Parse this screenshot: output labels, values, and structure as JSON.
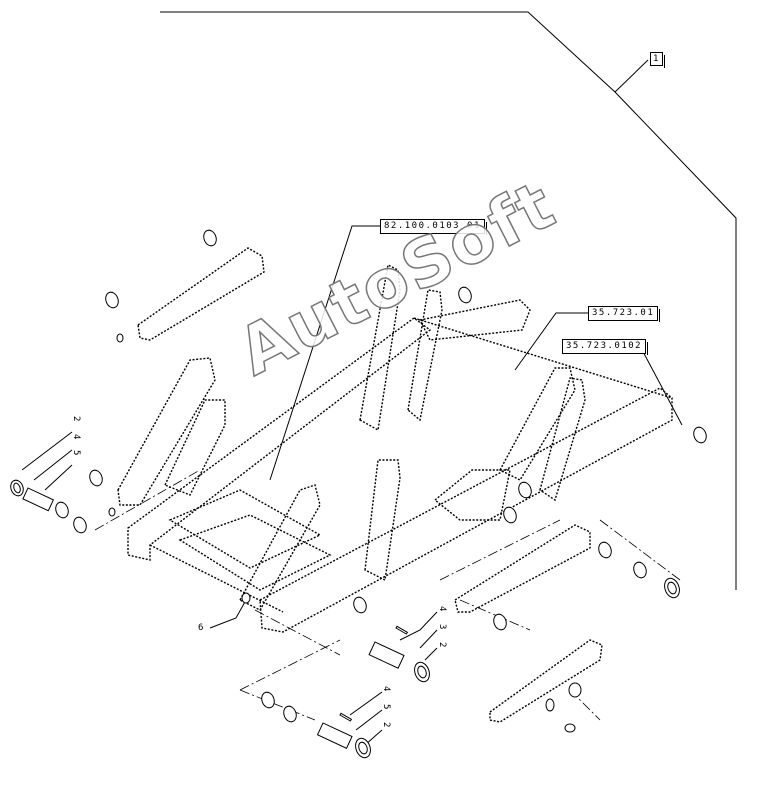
{
  "diagram": {
    "refs": {
      "assembly": "1",
      "lift_arm": "82.100.0103 01",
      "pin_a": "35.723.01",
      "pin_b": "35.723.0102"
    },
    "callouts": {
      "left_2": "2",
      "left_4": "4",
      "left_5": "5",
      "grease_6": "6",
      "mid_4": "4",
      "mid_3": "3",
      "mid_2": "2",
      "bottom_4": "4",
      "bottom_5": "5",
      "bottom_2": "2"
    },
    "watermark": "AutoSoft"
  }
}
